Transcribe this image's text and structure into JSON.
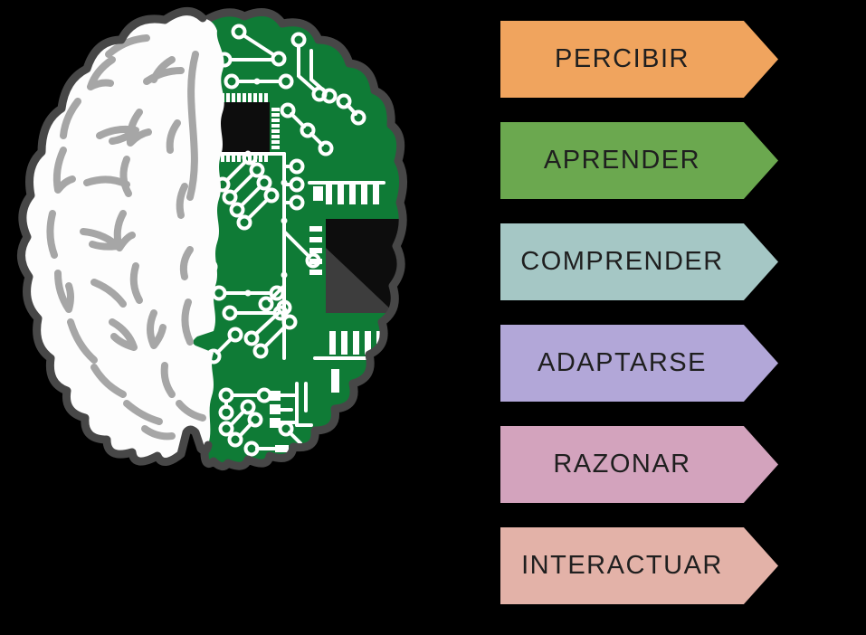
{
  "background": "#000000",
  "illustration": {
    "name": "half-organic-half-circuit-brain",
    "brain_white": "#FDFDFD",
    "sulci_gray": "#A6A6A6",
    "outline_gray": "#474747",
    "pcb_green": "#0F7B36",
    "trace_white": "#FFFFFF",
    "chip_black": "#0D0D0D",
    "chip_shadow_black": "#161616",
    "chip_shadow_gray": "#3D3D3D"
  },
  "arrows": {
    "text_color": "#1F1F1F",
    "items": [
      {
        "label": "PERCIBIR",
        "color": "#F0A45E"
      },
      {
        "label": "APRENDER",
        "color": "#6BA84F"
      },
      {
        "label": "COMPRENDER",
        "color": "#A5C7C5"
      },
      {
        "label": "ADAPTARSE",
        "color": "#B2A7D8"
      },
      {
        "label": "RAZONAR",
        "color": "#D3A3BD"
      },
      {
        "label": "INTERACTUAR",
        "color": "#E3B2A8"
      }
    ]
  }
}
